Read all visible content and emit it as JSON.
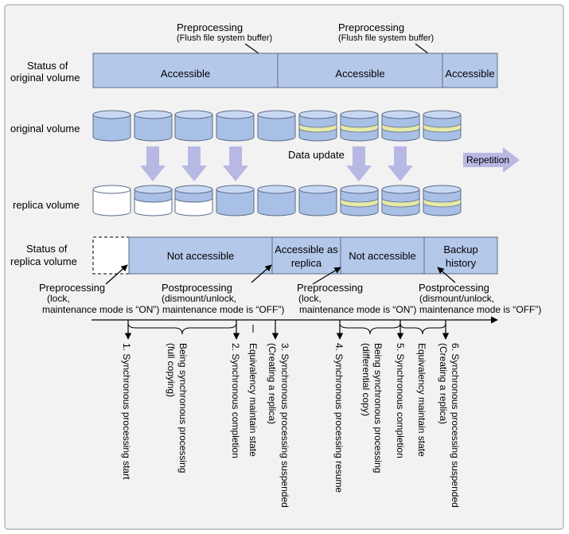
{
  "colors": {
    "frame_bg": "#f2f2f2",
    "box_blue": "#b4c8ea",
    "box_border": "#5b6b86",
    "cyl_blue": "#a9c0e6",
    "cyl_top": "#c9d8f2",
    "band_yellow": "#e6eaa6",
    "arrow_purple": "#b8b8e4",
    "line": "#000000"
  },
  "preprocessing_top": [
    {
      "title": "Preprocessing",
      "sub": "(Flush file system buffer)"
    },
    {
      "title": "Preprocessing",
      "sub": "(Flush file system buffer)"
    }
  ],
  "labels": {
    "status_original": [
      "Status of",
      "original volume"
    ],
    "original_volume": "original volume",
    "replica_volume": "replica volume",
    "status_replica": [
      "Status of",
      "replica volume"
    ],
    "data_update": "Data update",
    "repetition": "Repetition"
  },
  "original_status_segments": [
    "Accessible",
    "Accessible",
    "Accessible"
  ],
  "replica_status_segments": [
    [
      "Not accessible"
    ],
    [
      "Accessible as",
      "replica"
    ],
    [
      "Not accessible"
    ],
    [
      "Backup",
      "history"
    ]
  ],
  "original_cylinders": [
    "blue",
    "blue",
    "blue",
    "blue",
    "blue",
    "band",
    "band",
    "band",
    "band"
  ],
  "replica_cylinders": [
    "empty",
    "half",
    "half",
    "blue",
    "blue",
    "blue",
    "band",
    "band",
    "band"
  ],
  "processing_notes": [
    {
      "title": "Preprocessing",
      "line2": "(lock,",
      "line3": "maintenance mode is “ON”)"
    },
    {
      "title": "Postprocessing",
      "line2": "(dismount/unlock,",
      "line3": "maintenance mode is “OFF”)"
    },
    {
      "title": "Preprocessing",
      "line2": "(lock,",
      "line3": "maintenance mode is “ON”)"
    },
    {
      "title": "Postprocessing",
      "line2": "(dismount/unlock,",
      "line3": "maintenance mode is “OFF”)"
    }
  ],
  "timeline_events": [
    [
      "1. Synchronous processing start"
    ],
    [
      "Being synchronous processing",
      "(full copying)"
    ],
    [
      "2. Synchronous completion"
    ],
    [
      "Equivalency maintain state"
    ],
    [
      "3. Synchronous processing suspended",
      "(Creating a replica)"
    ],
    [
      "4. Synchronous processing resume"
    ],
    [
      "Being synchronous processing",
      "(differential copy)"
    ],
    [
      "5. Synchronous completion"
    ],
    [
      "Equivalency maintain state"
    ],
    [
      "6. Synchronous processing suspended",
      "(Creating a replica)"
    ]
  ]
}
